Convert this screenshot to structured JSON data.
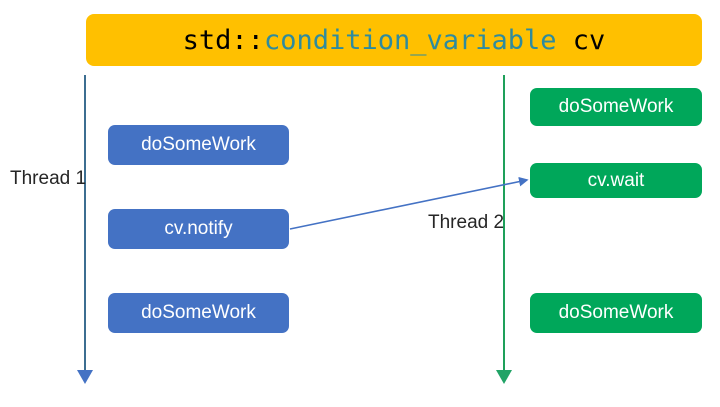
{
  "banner": {
    "prefix": "std::",
    "type_name": "condition_variable",
    "suffix": " cv",
    "bg_color": "#FFC000",
    "plain_color": "#000000",
    "type_color": "#2E8B9E"
  },
  "threads": [
    {
      "id": "thread-1",
      "label": "Thread 1",
      "color": "#4472C4",
      "lifeline_color": "#3C6E91",
      "boxes": [
        {
          "label": "doSomeWork"
        },
        {
          "label": "cv.notify"
        },
        {
          "label": "doSomeWork"
        }
      ]
    },
    {
      "id": "thread-2",
      "label": "Thread 2",
      "color": "#00A75A",
      "lifeline_color": "#1EA05A",
      "boxes": [
        {
          "label": "doSomeWork"
        },
        {
          "label": "cv.wait"
        },
        {
          "label": "doSomeWork"
        }
      ]
    }
  ],
  "notify_arrow": {
    "from": "cv.notify",
    "to": "cv.wait",
    "color": "#4472C4"
  }
}
